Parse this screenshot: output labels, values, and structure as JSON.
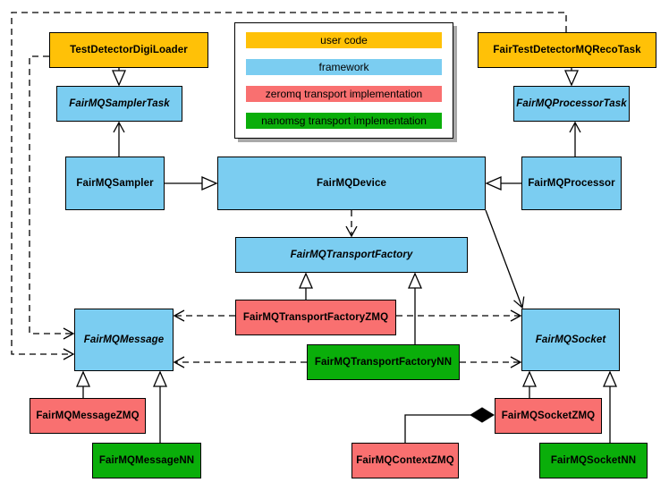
{
  "palette": {
    "user_code": "#FFC107",
    "framework": "#7BCDF1",
    "zeromq": "#F97070",
    "nanomsg": "#0AAE0A",
    "border": "#000000",
    "background": "#FFFFFF"
  },
  "legend": {
    "items": [
      {
        "label": "user code",
        "color": "#FFC107"
      },
      {
        "label": "framework",
        "color": "#7BCDF1"
      },
      {
        "label": "zeromq transport implementation",
        "color": "#F97070"
      },
      {
        "label": "nanomsg transport implementation",
        "color": "#0AAE0A"
      }
    ]
  },
  "nodes": {
    "test_detector_digi_loader": {
      "label": "TestDetectorDigiLoader",
      "category": "user_code",
      "abstract": false
    },
    "fair_test_detector_mq_reco_task": {
      "label": "FairTestDetectorMQRecoTask",
      "category": "user_code",
      "abstract": false
    },
    "fair_mq_sampler_task": {
      "label": "FairMQSamplerTask",
      "category": "framework",
      "abstract": true
    },
    "fair_mq_processor_task": {
      "label": "FairMQProcessorTask",
      "category": "framework",
      "abstract": true
    },
    "fair_mq_sampler": {
      "label": "FairMQSampler",
      "category": "framework",
      "abstract": false
    },
    "fair_mq_device": {
      "label": "FairMQDevice",
      "category": "framework",
      "abstract": false
    },
    "fair_mq_processor": {
      "label": "FairMQProcessor",
      "category": "framework",
      "abstract": false
    },
    "fair_mq_transport_factory": {
      "label": "FairMQTransportFactory",
      "category": "framework",
      "abstract": true
    },
    "fair_mq_transport_factory_zmq": {
      "label": "FairMQTransportFactoryZMQ",
      "category": "zeromq",
      "abstract": false
    },
    "fair_mq_transport_factory_nn": {
      "label": "FairMQTransportFactoryNN",
      "category": "nanomsg",
      "abstract": false
    },
    "fair_mq_message": {
      "label": "FairMQMessage",
      "category": "framework",
      "abstract": true
    },
    "fair_mq_socket": {
      "label": "FairMQSocket",
      "category": "framework",
      "abstract": true
    },
    "fair_mq_message_zmq": {
      "label": "FairMQMessageZMQ",
      "category": "zeromq",
      "abstract": false
    },
    "fair_mq_message_nn": {
      "label": "FairMQMessageNN",
      "category": "nanomsg",
      "abstract": false
    },
    "fair_mq_context_zmq": {
      "label": "FairMQContextZMQ",
      "category": "zeromq",
      "abstract": false
    },
    "fair_mq_socket_zmq": {
      "label": "FairMQSocketZMQ",
      "category": "zeromq",
      "abstract": false
    },
    "fair_mq_socket_nn": {
      "label": "FairMQSocketNN",
      "category": "nanomsg",
      "abstract": false
    }
  },
  "edges": [
    {
      "from": "TestDetectorDigiLoader",
      "to": "FairMQSamplerTask",
      "type": "inheritance"
    },
    {
      "from": "FairTestDetectorMQRecoTask",
      "to": "FairMQProcessorTask",
      "type": "inheritance"
    },
    {
      "from": "FairMQSampler",
      "to": "FairMQSamplerTask",
      "type": "association"
    },
    {
      "from": "FairMQProcessor",
      "to": "FairMQProcessorTask",
      "type": "association"
    },
    {
      "from": "FairMQSampler",
      "to": "FairMQDevice",
      "type": "inheritance"
    },
    {
      "from": "FairMQProcessor",
      "to": "FairMQDevice",
      "type": "inheritance"
    },
    {
      "from": "FairMQDevice",
      "to": "FairMQTransportFactory",
      "type": "dependency"
    },
    {
      "from": "FairMQDevice",
      "to": "FairMQSocket",
      "type": "association"
    },
    {
      "from": "FairMQTransportFactoryZMQ",
      "to": "FairMQTransportFactory",
      "type": "inheritance"
    },
    {
      "from": "FairMQTransportFactoryNN",
      "to": "FairMQTransportFactory",
      "type": "inheritance"
    },
    {
      "from": "FairMQTransportFactoryZMQ",
      "to": "FairMQMessage",
      "type": "dependency"
    },
    {
      "from": "FairMQTransportFactoryZMQ",
      "to": "FairMQSocket",
      "type": "dependency"
    },
    {
      "from": "FairMQTransportFactoryNN",
      "to": "FairMQMessage",
      "type": "dependency"
    },
    {
      "from": "FairMQTransportFactoryNN",
      "to": "FairMQSocket",
      "type": "dependency"
    },
    {
      "from": "FairMQMessageZMQ",
      "to": "FairMQMessage",
      "type": "inheritance"
    },
    {
      "from": "FairMQMessageNN",
      "to": "FairMQMessage",
      "type": "inheritance"
    },
    {
      "from": "FairMQSocketZMQ",
      "to": "FairMQSocket",
      "type": "inheritance"
    },
    {
      "from": "FairMQSocketNN",
      "to": "FairMQSocket",
      "type": "inheritance"
    },
    {
      "from": "FairMQContextZMQ",
      "to": "FairMQSocketZMQ",
      "type": "composition"
    },
    {
      "from": "TestDetectorDigiLoader",
      "to": "FairMQMessage",
      "type": "dependency"
    },
    {
      "from": "FairTestDetectorMQRecoTask",
      "to": "FairMQMessage",
      "type": "dependency"
    }
  ]
}
